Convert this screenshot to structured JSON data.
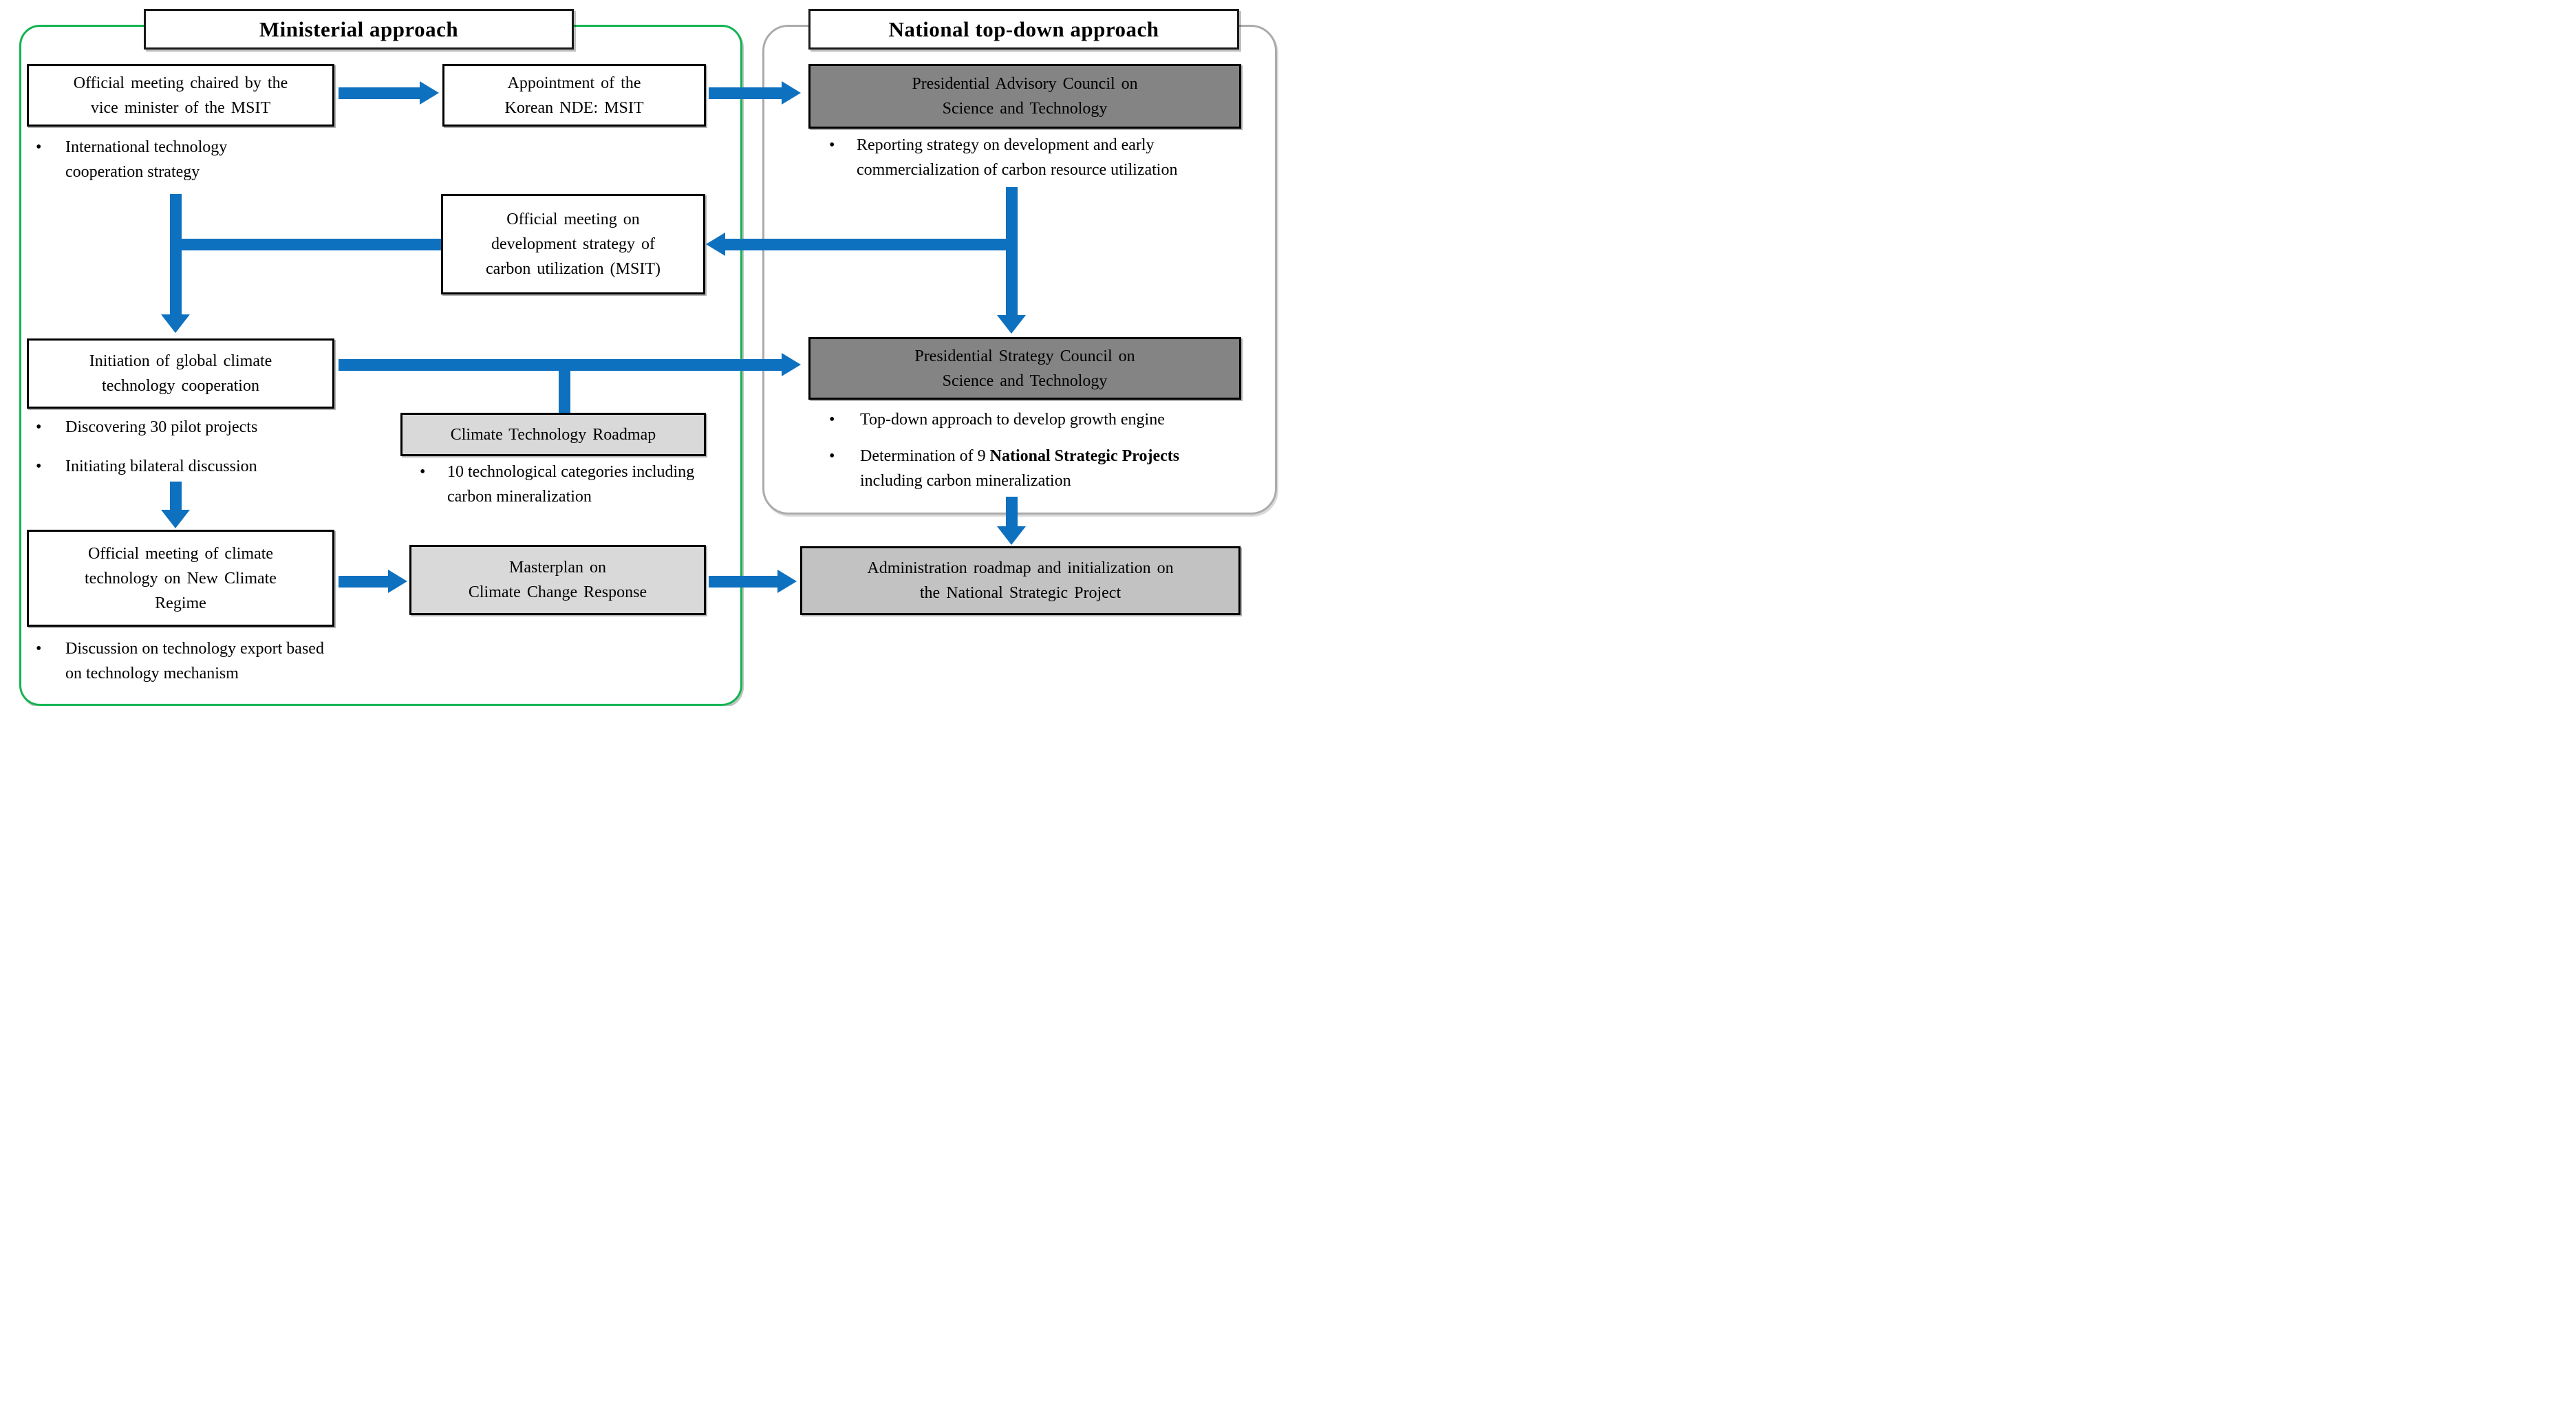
{
  "bullet_char": "•",
  "colors": {
    "arrow_blue": "#0e71c0",
    "green_container_border": "#12b451",
    "gray_container_border": "#ababab",
    "dark_gray_fill": "#848484",
    "light_gray_fill": "#d9d9d9",
    "medium_gray_fill": "#c2c2c2"
  },
  "titles": {
    "ministerial": "Ministerial approach",
    "national": "National top-down approach"
  },
  "boxes": {
    "official_meeting_vice_minister": {
      "lines": [
        "Official meeting chaired by the",
        "vice minister of the MSIT"
      ]
    },
    "appointment_nde": {
      "lines": [
        "Appointment of the",
        "Korean NDE: MSIT"
      ]
    },
    "presidential_advisory_council": {
      "lines": [
        "Presidential Advisory Council on",
        "Science and Technology"
      ]
    },
    "official_meeting_carbon_utilization": {
      "lines": [
        "Official meeting on",
        "development strategy of",
        "carbon utilization (MSIT)"
      ]
    },
    "initiation_global_climate": {
      "lines": [
        "Initiation of global climate",
        "technology cooperation"
      ]
    },
    "climate_technology_roadmap": {
      "lines": [
        "Climate Technology Roadmap"
      ]
    },
    "presidential_strategy_council": {
      "lines": [
        "Presidential Strategy Council on",
        "Science and Technology"
      ]
    },
    "official_meeting_new_climate_regime": {
      "lines": [
        "Official meeting of climate",
        "technology on New Climate",
        "Regime"
      ]
    },
    "masterplan_climate_change": {
      "lines": [
        "Masterplan on",
        "Climate Change Response"
      ]
    },
    "administration_roadmap": {
      "lines": [
        "Administration roadmap and initialization on",
        "the National Strategic Project"
      ]
    }
  },
  "bullets": {
    "international_tech": "International technology cooperation strategy",
    "reporting_strategy": "Reporting strategy on development and early commercialization of carbon resource utilization",
    "discovering_pilots": "Discovering 30 pilot projects",
    "initiating_bilateral": "Initiating bilateral discussion",
    "ten_categories": "10 technological categories including carbon mineralization",
    "top_down_growth": "Top-down approach to develop growth engine",
    "determination": {
      "pre": "Determination of 9 ",
      "bold": "National Strategic Projects",
      "post": " including carbon mineralization"
    },
    "discussion_export": "Discussion on technology export based on technology mechanism"
  }
}
